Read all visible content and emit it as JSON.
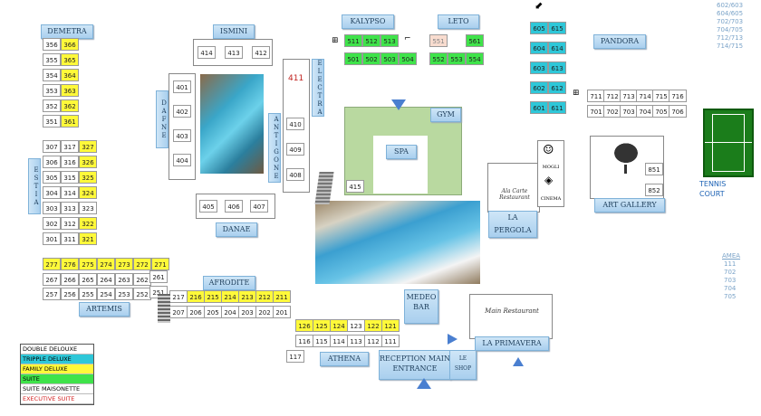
{
  "buildings": {
    "demetra": "DEMETRA",
    "ismini": "ISMINI",
    "kalypso": "KALYPSO",
    "leto": "LETO",
    "pandora": "PANDORA",
    "dafne": "DAFNE",
    "antigone": "ANTIGONE",
    "electra": "ELECTRA",
    "estia": "ESTIA",
    "artemis": "ARTEMIS",
    "afrodite": "AFRODITE",
    "danae": "DANAE",
    "athena": "ATHENA",
    "gym": "GYM",
    "spa": "SPA",
    "art_gallery": "ART GALLERY",
    "la_pergola": "LA PERGOLA",
    "la_primavera": "LA PRIMAVERA",
    "medeo_bar": "MEDEO BAR",
    "reception": "RECEPTION MAIN ENTRANCE",
    "le_shop": "LE SHOP",
    "main_restaurant": "Main Restaurant",
    "ala_carte": "Ala Carte Restaurant",
    "mogli": "MOGLI",
    "cinema": "CINEMA",
    "tennis": "TENNIS COURT"
  },
  "rooms": {
    "demetra": [
      [
        "356",
        "366"
      ],
      [
        "355",
        "365"
      ],
      [
        "354",
        "364"
      ],
      [
        "353",
        "363"
      ],
      [
        "352",
        "362"
      ],
      [
        "351",
        "361"
      ]
    ],
    "ismini": [
      "414",
      "413",
      "412"
    ],
    "dafne": [
      "401",
      "402",
      "403",
      "404"
    ],
    "electra": [
      "411"
    ],
    "antigone": [
      "410",
      "409",
      "408"
    ],
    "kalypso_top": [
      "511",
      "512",
      "513"
    ],
    "kalypso_bot": [
      "501",
      "502",
      "503",
      "504"
    ],
    "leto_top": [
      "551",
      "561"
    ],
    "leto_bot": [
      "552",
      "553",
      "554"
    ],
    "pandora_grid": [
      [
        "605",
        "615"
      ],
      [
        "604",
        "614"
      ],
      [
        "603",
        "613"
      ],
      [
        "602",
        "612"
      ],
      [
        "601",
        "611"
      ]
    ],
    "pandora_top": [
      "711",
      "712",
      "713",
      "714",
      "715",
      "716"
    ],
    "pandora_bot": [
      "701",
      "702",
      "703",
      "704",
      "705",
      "706"
    ],
    "estia": [
      [
        "307",
        "317",
        "327"
      ],
      [
        "306",
        "316",
        "326"
      ],
      [
        "305",
        "315",
        "325"
      ],
      [
        "304",
        "314",
        "324"
      ],
      [
        "303",
        "313",
        "323"
      ],
      [
        "302",
        "312",
        "322"
      ],
      [
        "301",
        "311",
        "321"
      ]
    ],
    "artemis_top": [
      "277",
      "276",
      "275",
      "274",
      "273",
      "272",
      "271"
    ],
    "artemis_bot": [
      "257",
      "256",
      "255",
      "254",
      "253",
      "252"
    ],
    "artemis_mid": [
      "267",
      "266",
      "265",
      "264",
      "263",
      "262"
    ],
    "artemis_extra": [
      "261",
      "251"
    ],
    "afrodite_top": [
      "217",
      "216",
      "215",
      "214",
      "213",
      "212",
      "211"
    ],
    "afrodite_bot": [
      "207",
      "206",
      "205",
      "204",
      "203",
      "202",
      "201"
    ],
    "danae": [
      "405",
      "406",
      "407"
    ],
    "spa_room": "415",
    "athena_top": [
      "126",
      "125",
      "124",
      "123",
      "122",
      "121"
    ],
    "athena_bot": [
      "116",
      "115",
      "114",
      "113",
      "112",
      "111"
    ],
    "single": "117",
    "gallery": [
      "851",
      "852"
    ]
  },
  "legend": [
    {
      "label": "DOUBLE DELOUXE",
      "color": "#ffffff",
      "text": "#000000"
    },
    {
      "label": "TRIPPLE DELUXE",
      "color": "#2ec7d8",
      "text": "#000000"
    },
    {
      "label": "FAMILY DELUXE",
      "color": "#fff93a",
      "text": "#000000"
    },
    {
      "label": "SUITE",
      "color": "#3fe34a",
      "text": "#000000"
    },
    {
      "label": "SUITE MAISONETTE",
      "color": "#ffffff",
      "text": "#000000"
    },
    {
      "label": "EXECUTIVE SUITE",
      "color": "#ffffff",
      "text": "#d21f1f"
    }
  ],
  "side_top": [
    "602/603",
    "604/605",
    "702/703",
    "704/705",
    "712/713",
    "714/715"
  ],
  "side_amea_title": "AMEA",
  "side_amea": [
    "111",
    "702",
    "703",
    "704",
    "705"
  ]
}
